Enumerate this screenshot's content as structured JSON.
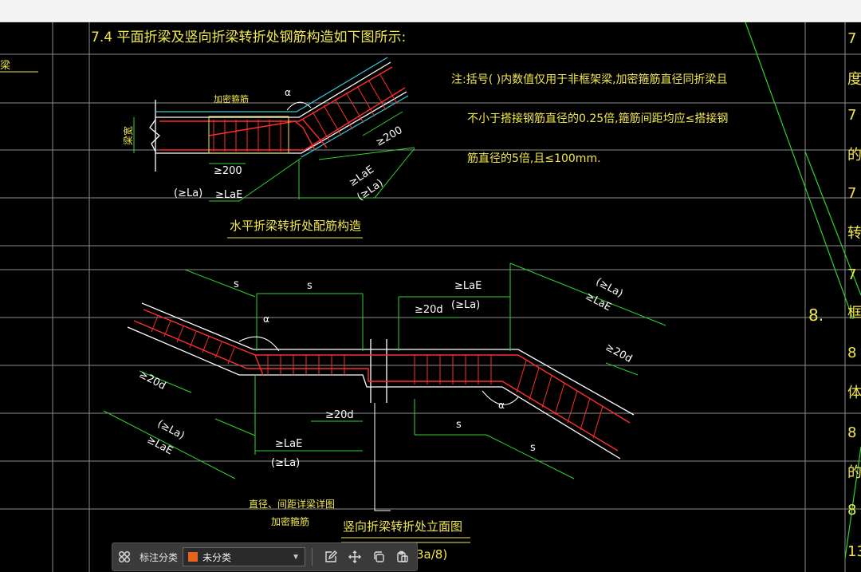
{
  "drawing": {
    "section_title": "7.4 平面折梁及竖向折梁转折处钢筋构造如下图所示:",
    "note_line1": "注:括号( )内数值仅用于非框架梁,加密箍筋直径同折梁且",
    "note_line2": "不小于搭接钢筋直径的0.25倍,箍筋间距均应≤搭接钢",
    "note_line3": "筋直径的5倍,且≤100mm.",
    "left_edge_text": "梁",
    "plan_caption": "水平折梁转折处配筋构造",
    "elev_caption": "竖向折梁转折处立面图",
    "bottom_partial": "3a/8)",
    "right_numeral": "8.",
    "right_chars": [
      "7",
      "度",
      "7",
      "的",
      "7",
      "转",
      "7",
      "框",
      "8",
      "体",
      "8",
      "的",
      "8",
      "13"
    ],
    "plan_labels": {
      "beam_width": "梁宽",
      "dense_stirrup": "加密箍筋",
      "angle": "α",
      "dim_200_bottom": "≥200",
      "dim_200_right": "≥200",
      "la_paren": "(≥La)",
      "lae": "≥LaE",
      "lae_diag": "≥LaE",
      "la_diag": "(≥La)"
    },
    "elev_labels": {
      "s1": "s",
      "s2": "s",
      "lae_top": "≥LaE",
      "la_top": "(≥La)",
      "d20_top": "≥20d",
      "la_tr": "(≥La)",
      "lae_tr": "≥LaE",
      "d20_tr": "≥20d",
      "angle_left": "α",
      "angle_right": "α",
      "d20_left": "≥20d",
      "la_left": "(≥La)",
      "lae_left": "≥LaE",
      "d20_mid": "≥20d",
      "lae_mid": "≥LaE",
      "la_mid": "(≥La)",
      "s3": "s",
      "s4": "s",
      "note_dia": "直径、间距详梁详图",
      "note_dense": "加密箍筋"
    }
  },
  "toolbar": {
    "label": "标注分类",
    "category": "未分类",
    "swatch_color": "#e8641c"
  },
  "colors": {
    "grid": "#8c8c8c",
    "annotation": "#f2e84a",
    "dimension": "#2fd32f",
    "rebar": "#ff2d2d",
    "outline": "#ffffff",
    "cyan": "#38c8d8"
  }
}
